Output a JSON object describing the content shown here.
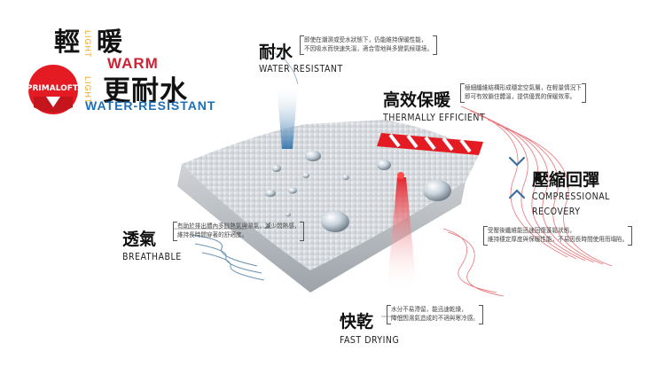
{
  "brand": {
    "title_top_a": "輕",
    "title_top_b": "暖",
    "light_en": "LIGHT",
    "light_en2": "LIGHT",
    "warm_en": "WARM",
    "title_mid": "更耐水",
    "subtitle_en": "WATER-RESISTANT",
    "logo_text": "PRIMALOFT."
  },
  "features": {
    "water": {
      "zh": "耐水",
      "en": "WATER RESISTANT",
      "desc": [
        "即使在潮濕或受水狀態下，仍能維持保暖性能，",
        "不因吸水而快速失溫，適合雪地與多變氣候環境。"
      ]
    },
    "thermal": {
      "zh": "高效保暖",
      "en": "THERMALLY EFFICIENT",
      "desc": [
        "極細纖維結構形成穩定空氣層，在輕量情況下",
        "即可有效鎖住體溫，提供優異的保暖效率。"
      ]
    },
    "compress": {
      "zh": "壓縮回彈",
      "en1": "COMPRESSIONAL",
      "en2": "RECOVERY",
      "desc": [
        "受壓後纖維能迅速回復蓬鬆狀態，",
        "維持穩定厚度與保暖性能，不易因長時間使用而塌陷。"
      ]
    },
    "breath": {
      "zh": "透氣",
      "en": "BREATHABLE",
      "desc": [
        "有助於排出體內多餘熱氣與濕氣，減少悶熱感，",
        "維持長時間穿著的舒適度。"
      ]
    },
    "dry": {
      "zh": "快乾",
      "en": "FAST DRYING",
      "desc": [
        "水分不易滯留，能迅速乾燥，",
        "降低因濕氣造成的不適與寒冷感。"
      ]
    }
  }
}
